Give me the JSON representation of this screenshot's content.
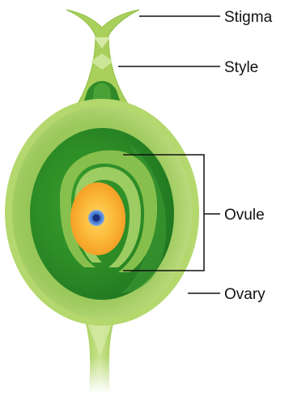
{
  "labels": {
    "stigma": "Stigma",
    "style": "Style",
    "ovule": "Ovule",
    "ovary": "Ovary"
  },
  "colors": {
    "outer_tissue": "#a6cf56",
    "outer_tissue_light": "#c3df82",
    "ovary_wall_dark": "#5e9f2e",
    "locule_dark_green": "#2f8a28",
    "locule_mid_green": "#4aa237",
    "integument_green": "#8cc24f",
    "embryo_sac_yellow": "#f7a32c",
    "embryo_sac_center": "#ffd25c",
    "nucleus_blue": "#4a7fd0",
    "leader_line": "#111111"
  }
}
